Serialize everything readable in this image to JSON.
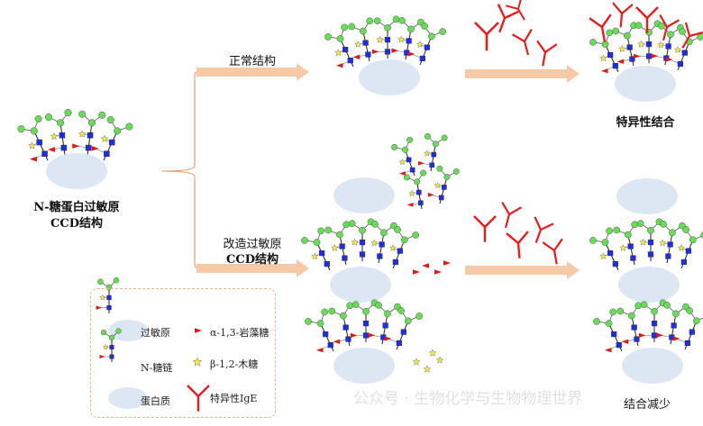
{
  "labels": {
    "source": [
      "N-糖蛋白过敏原",
      "CCD结构"
    ],
    "normal_path": "正常结构",
    "modified_path": [
      "改造过敏原",
      "CCD结构"
    ],
    "specific_binding": "特异性结合",
    "reduced_binding": "结合减少"
  },
  "legend": {
    "items": [
      {
        "icon": "allergen-icon",
        "label": "过敏原"
      },
      {
        "icon": "n-glycan-icon",
        "label": "N-糖链"
      },
      {
        "icon": "protein-icon",
        "label": "蛋白质"
      },
      {
        "icon": "fucose-triangle-icon",
        "label": "α-1,3-岩藻糖"
      },
      {
        "icon": "xylose-star-icon",
        "label": "β-1,2-木糖"
      },
      {
        "icon": "ige-icon",
        "label": "特异性IgE"
      }
    ]
  },
  "watermark": "公众号 · 生物化学与生物物理世界",
  "colors": {
    "protein": "#dce7f3",
    "glcnac": "#1f2de8",
    "mannose": "#66dd55",
    "fucose": "#e01818",
    "xylose": "#f2ee33",
    "ige": "#e81c1c",
    "arrow": "#f7c9a6",
    "bracket": "#f0a070"
  }
}
